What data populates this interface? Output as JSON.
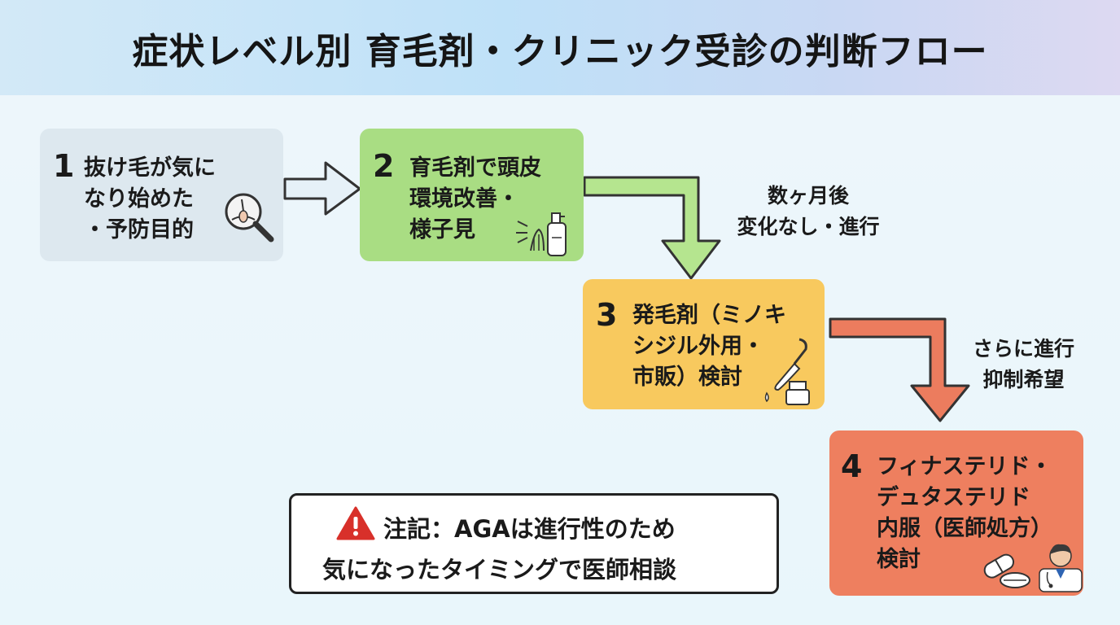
{
  "title": "症状レベル別 育毛剤・クリニック受診の判断フロー",
  "colors": {
    "step1": "#dde8ef",
    "step2": "#a9dd83",
    "step3": "#f8c95e",
    "step4": "#ee7f5f",
    "arrow_outline": "#333333",
    "arrow1_fill": "#e6f1f8",
    "arrow2_fill": "#b5e58f",
    "arrow3_fill": "#ec7c5e",
    "warning": "#d8302a"
  },
  "steps": [
    {
      "number": "1",
      "text": "抜け毛が気に\nなり始めた\n・予防目的",
      "icon": "magnifier-hair-icon"
    },
    {
      "number": "2",
      "text": "育毛剤で頭皮\n環境改善・\n様子見",
      "icon": "spray-bottle-icon"
    },
    {
      "number": "3",
      "text": "発毛剤（ミノキ\nシジル外用・\n市販）検討",
      "icon": "dropper-bottle-icon"
    },
    {
      "number": "4",
      "text": "フィナステリド・\nデュタステリド\n内服（医師処方）\n検討",
      "icon": "pills-doctor-icon"
    }
  ],
  "transitions": [
    {
      "label": ""
    },
    {
      "label": "数ヶ月後\n変化なし・進行"
    },
    {
      "label": "さらに進行\n抑制希望"
    }
  ],
  "note": {
    "icon": "warning-icon",
    "line1": "注記：AGAは進行性のため",
    "line2": "気になったタイミングで医師相談"
  }
}
